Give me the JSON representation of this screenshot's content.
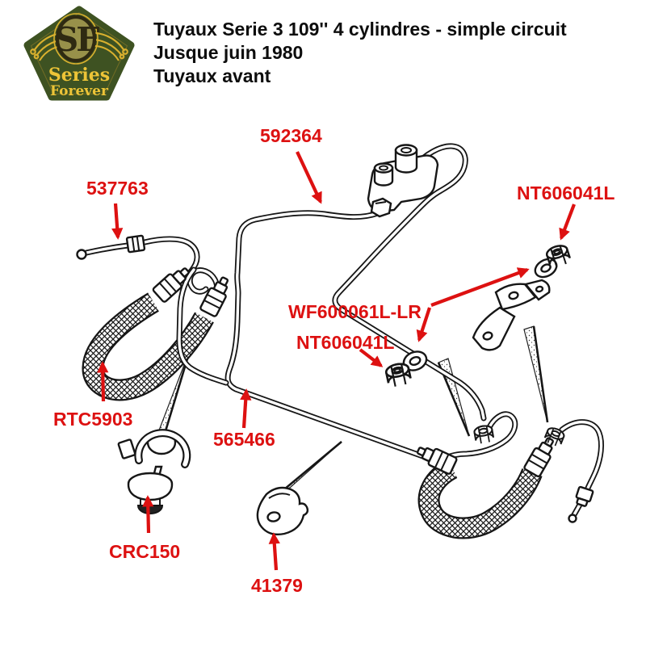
{
  "logo": {
    "monogram": "SF",
    "line1": "Series",
    "line2": "Forever"
  },
  "title": {
    "line1": "Tuyaux Serie 3 109'' 4 cylindres - simple circuit",
    "line2": "Jusque juin 1980",
    "line3": "Tuyaux avant"
  },
  "colors": {
    "label_red": "#dd1111",
    "ink": "#161616",
    "badge_green": "#3e5222",
    "badge_gold": "#d9b02e",
    "badge_olive": "#98914a"
  },
  "part_labels": [
    {
      "id": "592364",
      "text": "592364"
    },
    {
      "id": "537763",
      "text": "537763"
    },
    {
      "id": "nt606041l-top",
      "text": "NT606041L"
    },
    {
      "id": "wf600061l-lr",
      "text": "WF600061L-LR"
    },
    {
      "id": "nt606041l-mid",
      "text": "NT606041L"
    },
    {
      "id": "rtc5903",
      "text": "RTC5903"
    },
    {
      "id": "565466",
      "text": "565466"
    },
    {
      "id": "crc150",
      "text": "CRC150"
    },
    {
      "id": "41379",
      "text": "41379"
    }
  ]
}
